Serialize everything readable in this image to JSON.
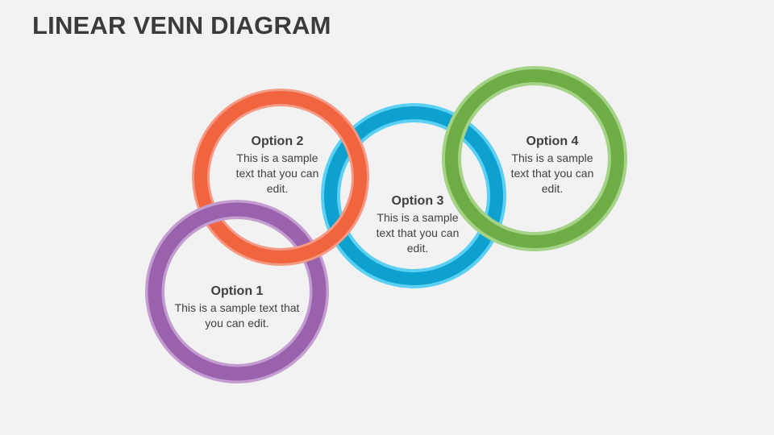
{
  "title": "LINEAR VENN DIAGRAM",
  "colors": {
    "background": "#f2f2f2",
    "purple": "#9a62ac",
    "purple_light": "#c49dd0",
    "orange": "#f0643f",
    "orange_light": "#f59a84",
    "blue": "#0ea0cf",
    "blue_light": "#5cd0f2",
    "green": "#6eac45",
    "green_light": "#a4d286"
  },
  "options": [
    {
      "heading": "Option 1",
      "text": "This is a sample text that you can edit."
    },
    {
      "heading": "Option 2",
      "text": "This is a sample text that you can edit."
    },
    {
      "heading": "Option 3",
      "text": "This is a sample text that you can edit."
    },
    {
      "heading": "Option 4",
      "text": "This is a sample text that you can edit."
    }
  ]
}
